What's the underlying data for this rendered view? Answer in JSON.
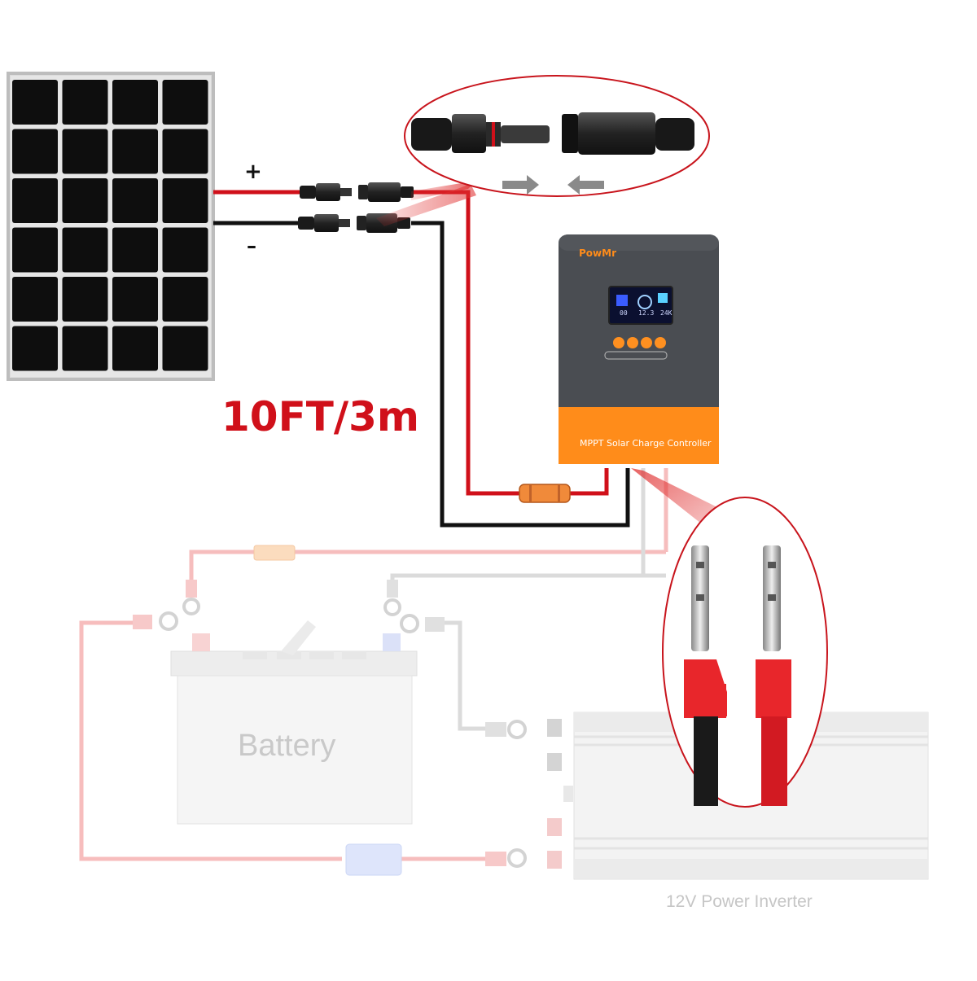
{
  "labels": {
    "cable_length": "10FT/3m",
    "positive": "+",
    "negative": "–",
    "battery": "Battery",
    "inverter": "12V Power Inverter"
  },
  "controller": {
    "brand": "PowMr",
    "name": "MPPT Solar Charge Controller",
    "lcd_values": [
      "00",
      "12.3",
      "24K"
    ]
  },
  "colors": {
    "positive_wire": "#d0101a",
    "negative_wire": "#111111",
    "controller_body": "#4a4d52",
    "controller_accent": "#ff8c1a",
    "highlight": "#c8141c"
  }
}
